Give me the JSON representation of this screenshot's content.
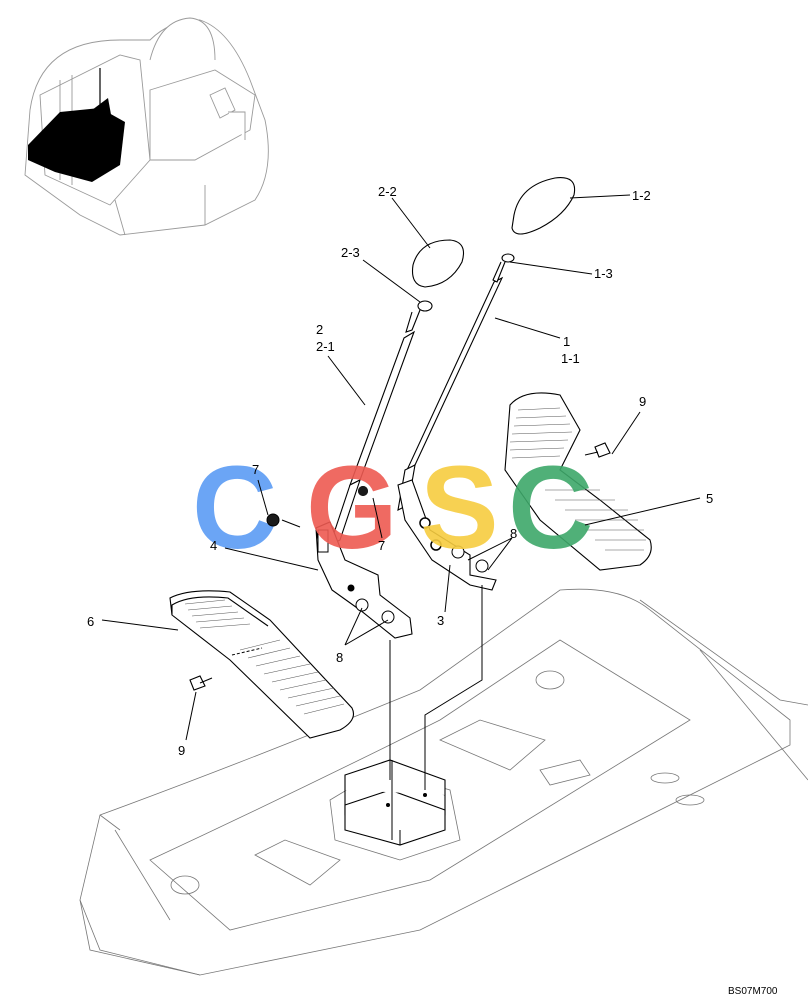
{
  "drawing_code": "BS07M700",
  "watermark": {
    "letters": [
      "C",
      "G",
      "S",
      "C"
    ],
    "colors": [
      "#5b9cf5",
      "#ee5a52",
      "#f7cd40",
      "#3ea86a"
    ]
  },
  "callouts": [
    {
      "id": "c-1",
      "text": "1"
    },
    {
      "id": "c-1-1",
      "text": "1-1"
    },
    {
      "id": "c-1-2",
      "text": "1-2"
    },
    {
      "id": "c-1-3",
      "text": "1-3"
    },
    {
      "id": "c-2",
      "text": "2"
    },
    {
      "id": "c-2-1",
      "text": "2-1"
    },
    {
      "id": "c-2-2",
      "text": "2-2"
    },
    {
      "id": "c-2-3",
      "text": "2-3"
    },
    {
      "id": "c-3",
      "text": "3"
    },
    {
      "id": "c-4",
      "text": "4"
    },
    {
      "id": "c-5",
      "text": "5"
    },
    {
      "id": "c-6",
      "text": "6"
    },
    {
      "id": "c-7a",
      "text": "7"
    },
    {
      "id": "c-7b",
      "text": "7"
    },
    {
      "id": "c-8a",
      "text": "8"
    },
    {
      "id": "c-8b",
      "text": "8"
    },
    {
      "id": "c-9a",
      "text": "9"
    },
    {
      "id": "c-9b",
      "text": "9"
    }
  ]
}
